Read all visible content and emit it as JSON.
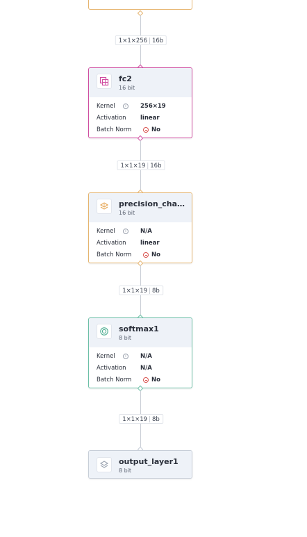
{
  "colors": {
    "dense": "#d04ca0",
    "quant": "#e6b46e",
    "softmax": "#6bbfa6",
    "output": "#c7ced8",
    "edge": "#c9ced6"
  },
  "edges": [
    {
      "shape": "1×1×256",
      "bits": "16b"
    },
    {
      "shape": "1×1×19",
      "bits": "16b"
    },
    {
      "shape": "1×1×19",
      "bits": "8b"
    },
    {
      "shape": "1×1×19",
      "bits": "8b"
    }
  ],
  "labels": {
    "kernel": "Kernel",
    "activation": "Activation",
    "batch_norm": "Batch Norm",
    "info_glyph": "i"
  },
  "nodes": [
    {
      "title": "fc2",
      "subtitle": "16 bit",
      "icon": "dense-layer-icon",
      "kernel": "256×19",
      "activation": "linear",
      "batch_norm": "No"
    },
    {
      "title": "precision_chang...",
      "subtitle": "16 bit",
      "icon": "quantize-layer-icon",
      "kernel": "N/A",
      "activation": "linear",
      "batch_norm": "No"
    },
    {
      "title": "softmax1",
      "subtitle": "8 bit",
      "icon": "softmax-icon",
      "kernel": "N/A",
      "activation": "N/A",
      "batch_norm": "No"
    },
    {
      "title": "output_layer1",
      "subtitle": "8 bit",
      "icon": "output-layer-icon"
    }
  ]
}
